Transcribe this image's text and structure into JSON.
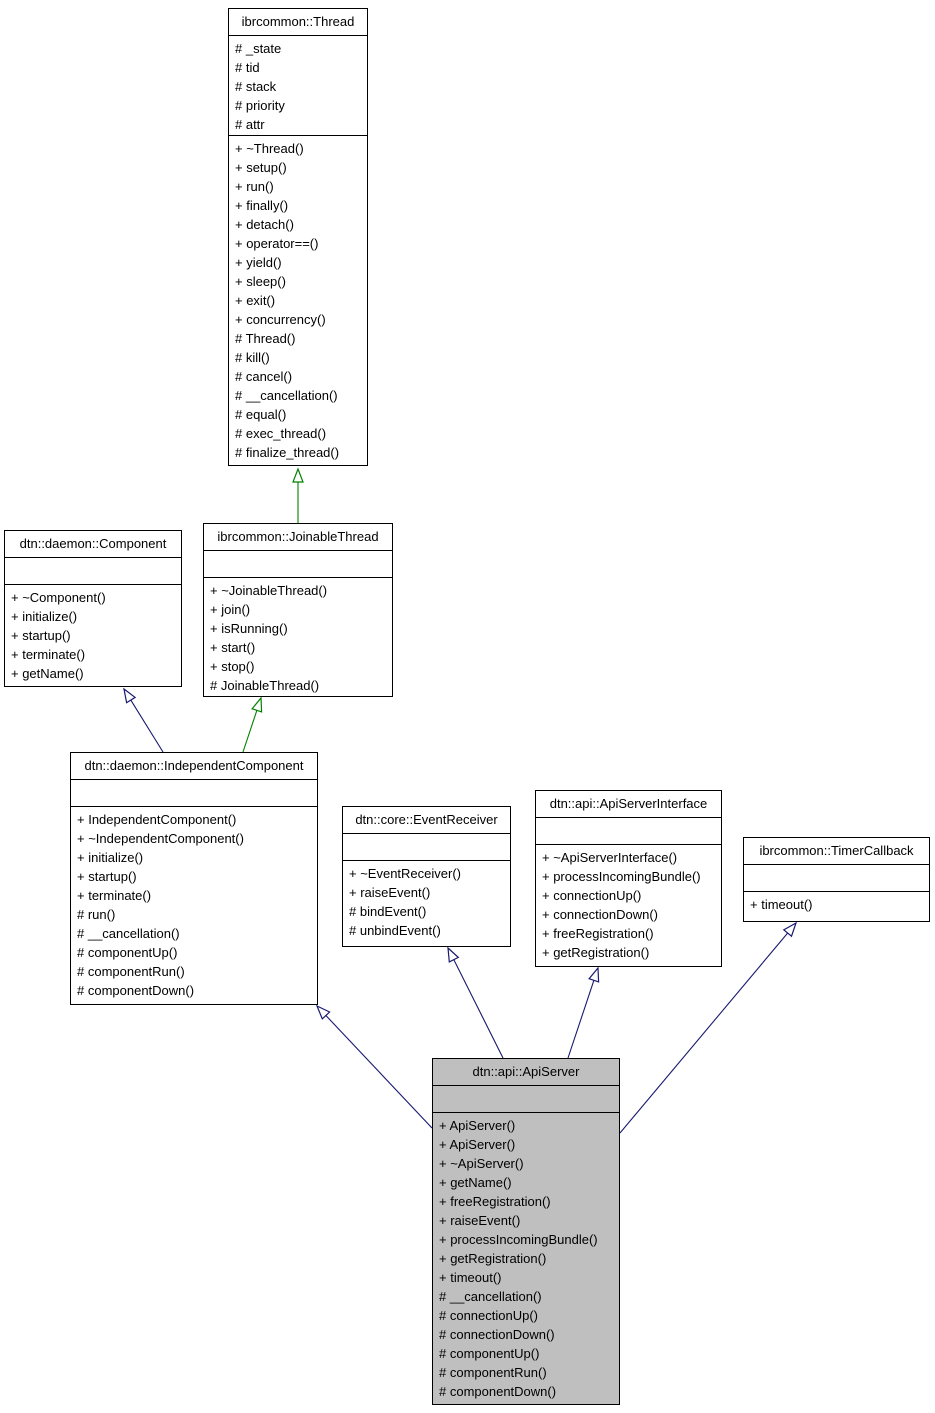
{
  "colors": {
    "public_inheritance_edge": "#191970",
    "protected_inheritance_edge": "#008000",
    "box_border": "#000000",
    "box_fill": "#ffffff",
    "highlight_fill": "#bfbfbf"
  },
  "classes": {
    "thread": {
      "title": "ibrcommon::Thread",
      "attributes": [
        "# _state",
        "# tid",
        "# stack",
        "# priority",
        "# attr"
      ],
      "methods": [
        "+ ~Thread()",
        "+ setup()",
        "+ run()",
        "+ finally()",
        "+ detach()",
        "+ operator==()",
        "+ yield()",
        "+ sleep()",
        "+ exit()",
        "+ concurrency()",
        "# Thread()",
        "# kill()",
        "# cancel()",
        "# __cancellation()",
        "# equal()",
        "# exec_thread()",
        "# finalize_thread()"
      ]
    },
    "component": {
      "title": "dtn::daemon::Component",
      "attributes": [],
      "methods": [
        "+ ~Component()",
        "+ initialize()",
        "+ startup()",
        "+ terminate()",
        "+ getName()"
      ]
    },
    "joinable_thread": {
      "title": "ibrcommon::JoinableThread",
      "attributes": [],
      "methods": [
        "+ ~JoinableThread()",
        "+ join()",
        "+ isRunning()",
        "+ start()",
        "+ stop()",
        "# JoinableThread()"
      ]
    },
    "independent_component": {
      "title": "dtn::daemon::IndependentComponent",
      "attributes": [],
      "methods": [
        "+ IndependentComponent()",
        "+ ~IndependentComponent()",
        "+ initialize()",
        "+ startup()",
        "+ terminate()",
        "# run()",
        "# __cancellation()",
        "# componentUp()",
        "# componentRun()",
        "# componentDown()"
      ]
    },
    "event_receiver": {
      "title": "dtn::core::EventReceiver",
      "attributes": [],
      "methods": [
        "+ ~EventReceiver()",
        "+ raiseEvent()",
        "# bindEvent()",
        "# unbindEvent()"
      ]
    },
    "api_server_interface": {
      "title": "dtn::api::ApiServerInterface",
      "attributes": [],
      "methods": [
        "+ ~ApiServerInterface()",
        "+ processIncomingBundle()",
        "+ connectionUp()",
        "+ connectionDown()",
        "+ freeRegistration()",
        "+ getRegistration()"
      ]
    },
    "timer_callback": {
      "title": "ibrcommon::TimerCallback",
      "attributes": [],
      "methods": [
        "+ timeout()"
      ]
    },
    "api_server": {
      "title": "dtn::api::ApiServer",
      "attributes": [],
      "methods": [
        "+ ApiServer()",
        "+ ApiServer()",
        "+ ~ApiServer()",
        "+ getName()",
        "+ freeRegistration()",
        "+ raiseEvent()",
        "+ processIncomingBundle()",
        "+ getRegistration()",
        "+ timeout()",
        "# __cancellation()",
        "# connectionUp()",
        "# connectionDown()",
        "# componentUp()",
        "# componentRun()",
        "# componentDown()"
      ]
    }
  },
  "edges": [
    {
      "from": "ibrcommon::JoinableThread",
      "to": "ibrcommon::Thread",
      "type": "protected-inheritance"
    },
    {
      "from": "dtn::daemon::IndependentComponent",
      "to": "dtn::daemon::Component",
      "type": "public-inheritance"
    },
    {
      "from": "dtn::daemon::IndependentComponent",
      "to": "ibrcommon::JoinableThread",
      "type": "protected-inheritance"
    },
    {
      "from": "dtn::api::ApiServer",
      "to": "dtn::daemon::IndependentComponent",
      "type": "public-inheritance"
    },
    {
      "from": "dtn::api::ApiServer",
      "to": "dtn::core::EventReceiver",
      "type": "public-inheritance"
    },
    {
      "from": "dtn::api::ApiServer",
      "to": "dtn::api::ApiServerInterface",
      "type": "public-inheritance"
    },
    {
      "from": "dtn::api::ApiServer",
      "to": "ibrcommon::TimerCallback",
      "type": "public-inheritance"
    }
  ]
}
